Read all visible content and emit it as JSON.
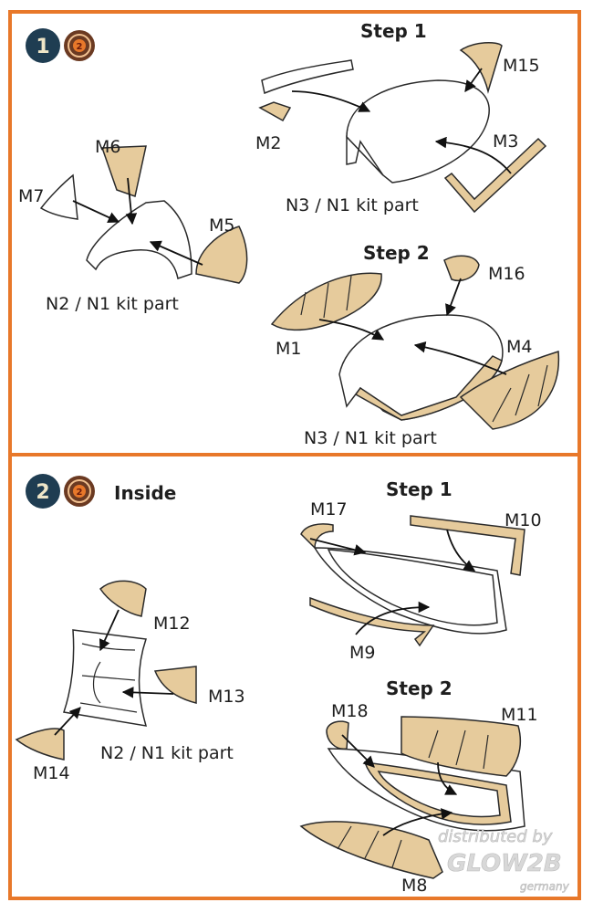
{
  "colors": {
    "frame": "#e8782a",
    "mask": "#e6cb9c",
    "badge": "#1f3d52"
  },
  "section1": {
    "badge": "1",
    "side_icon_number": "2",
    "step1": {
      "title": "Step 1",
      "labels": {
        "m15": "M15",
        "m2": "M2",
        "m3": "M3",
        "part": "N3 / N1 kit part"
      }
    },
    "left": {
      "labels": {
        "m6": "M6",
        "m7": "M7",
        "m5": "M5",
        "part": "N2 / N1 kit part"
      }
    },
    "step2": {
      "title": "Step 2",
      "labels": {
        "m16": "M16",
        "m1": "M1",
        "m4": "M4",
        "part": "N3 / N1 kit part"
      }
    }
  },
  "section2": {
    "badge": "2",
    "side_icon_number": "2",
    "title": "Inside",
    "step1": {
      "title": "Step 1",
      "labels": {
        "m17": "M17",
        "m10": "M10",
        "m9": "M9"
      }
    },
    "left": {
      "labels": {
        "m12": "M12",
        "m13": "M13",
        "m14": "M14",
        "part": "N2 / N1 kit part"
      }
    },
    "step2": {
      "title": "Step 2",
      "labels": {
        "m18": "M18",
        "m11": "M11",
        "m8": "M8"
      }
    }
  },
  "watermark": {
    "line1": "distributed by",
    "line2": "GLOW2B",
    "line3": "germany"
  }
}
